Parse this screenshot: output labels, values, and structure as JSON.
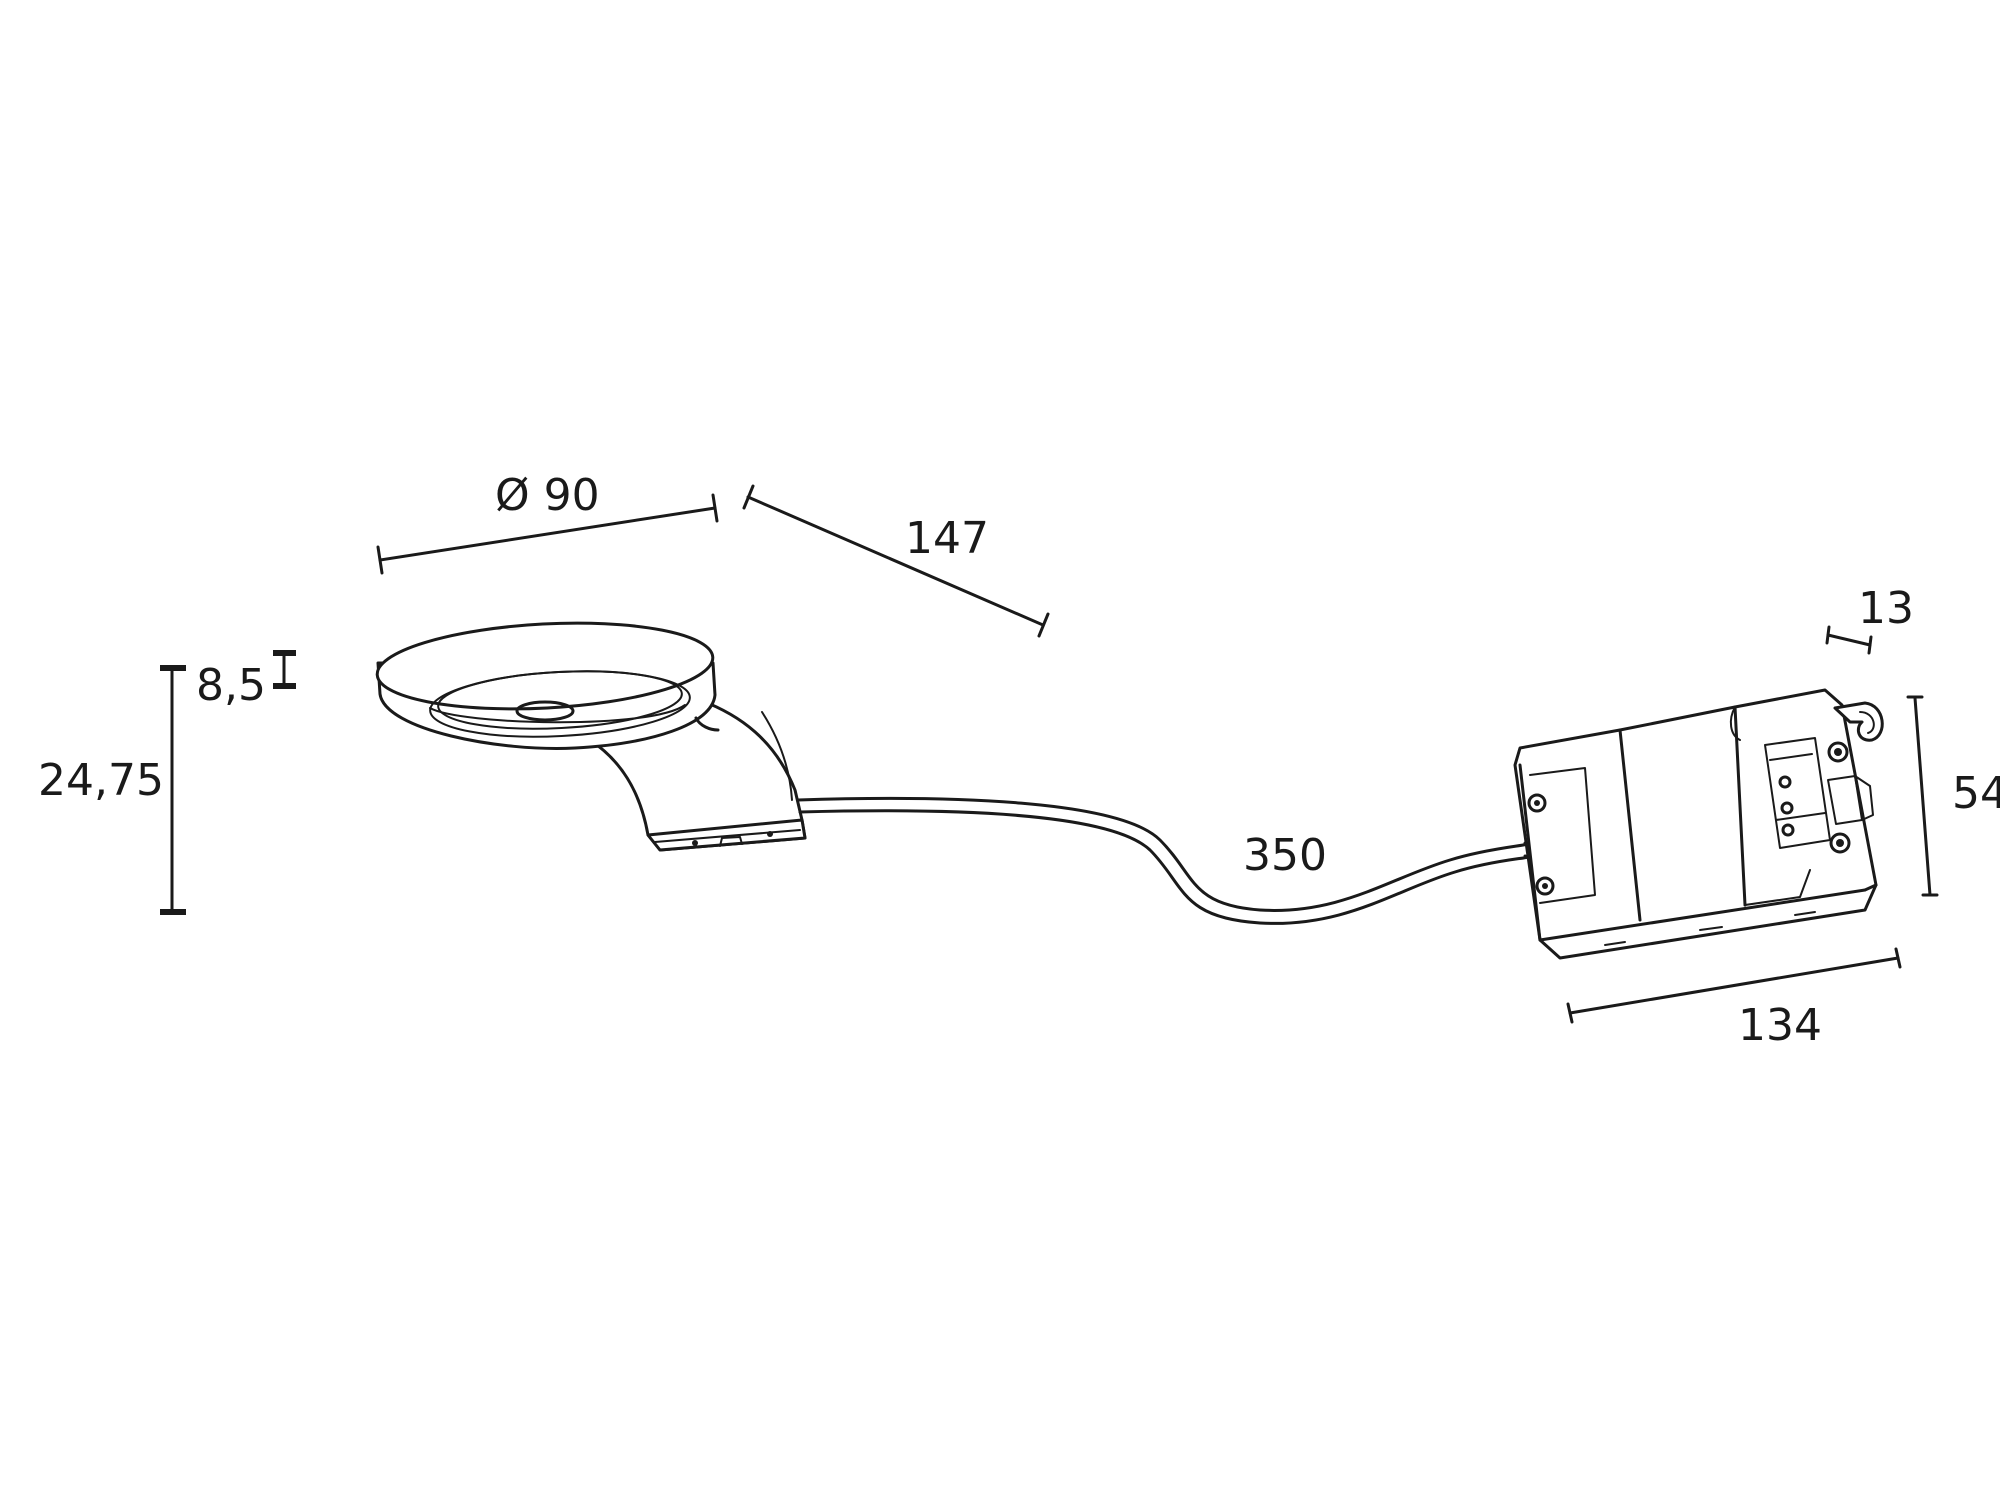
{
  "dimensions": {
    "diameter": "Ø 90",
    "arm_length": "147",
    "disc_thickness": "8,5",
    "total_height": "24,75",
    "cable_length": "350",
    "box_depth_tab": "13",
    "box_height": "54",
    "box_length": "134"
  }
}
